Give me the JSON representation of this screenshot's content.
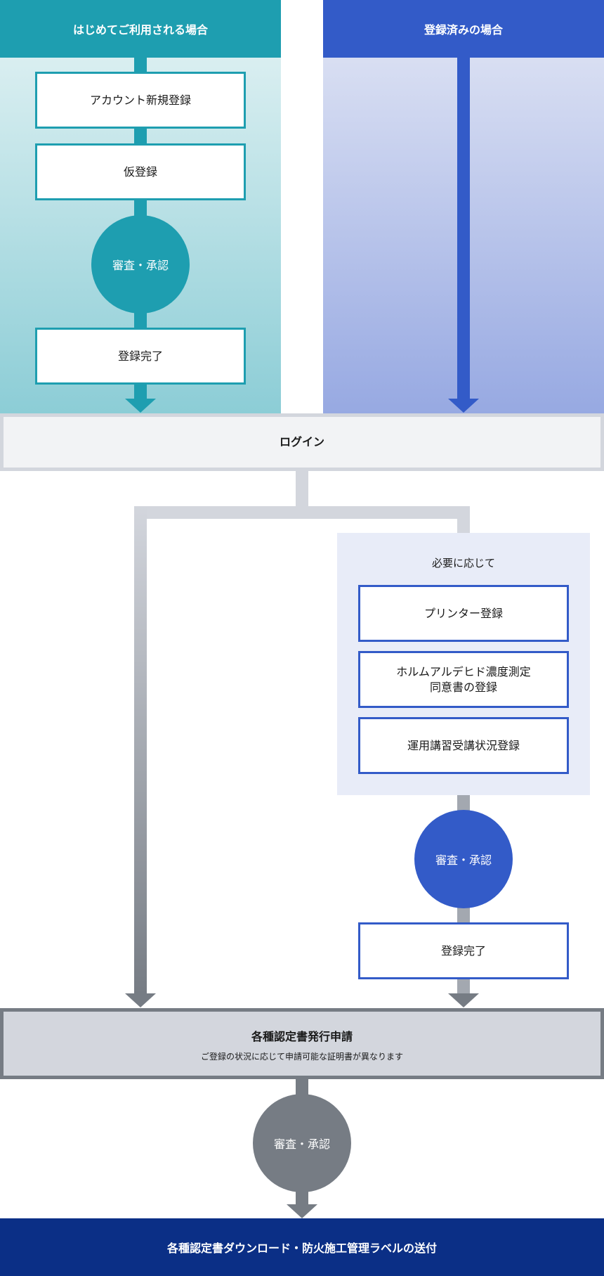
{
  "left_column": {
    "header": "はじめてご利用される場合",
    "step1": "アカウント新規登録",
    "step2": "仮登録",
    "review": "審査・承認",
    "step3": "登録完了"
  },
  "right_column": {
    "header": "登録済みの場合"
  },
  "login": "ログイン",
  "optional_group": {
    "title": "必要に応じて",
    "items": [
      "プリンター登録",
      "ホルムアルデヒド濃度測定",
      "同意書の登録",
      "運用講習受講状況登録"
    ],
    "review": "審査・承認",
    "complete": "登録完了"
  },
  "certificate": {
    "title": "各種認定書発行申請",
    "subtitle": "ご登録の状況に応じて申請可能な証明書が異なります"
  },
  "final_review": "審査・承認",
  "final_step": "各種認定書ダウンロード・防火施工管理ラベルの送付",
  "colors": {
    "teal": "#1e9eb0",
    "blue": "#335bc8",
    "gray": "#767c84",
    "navy": "#0b2f86",
    "light_gray": "#d3d6dd"
  }
}
